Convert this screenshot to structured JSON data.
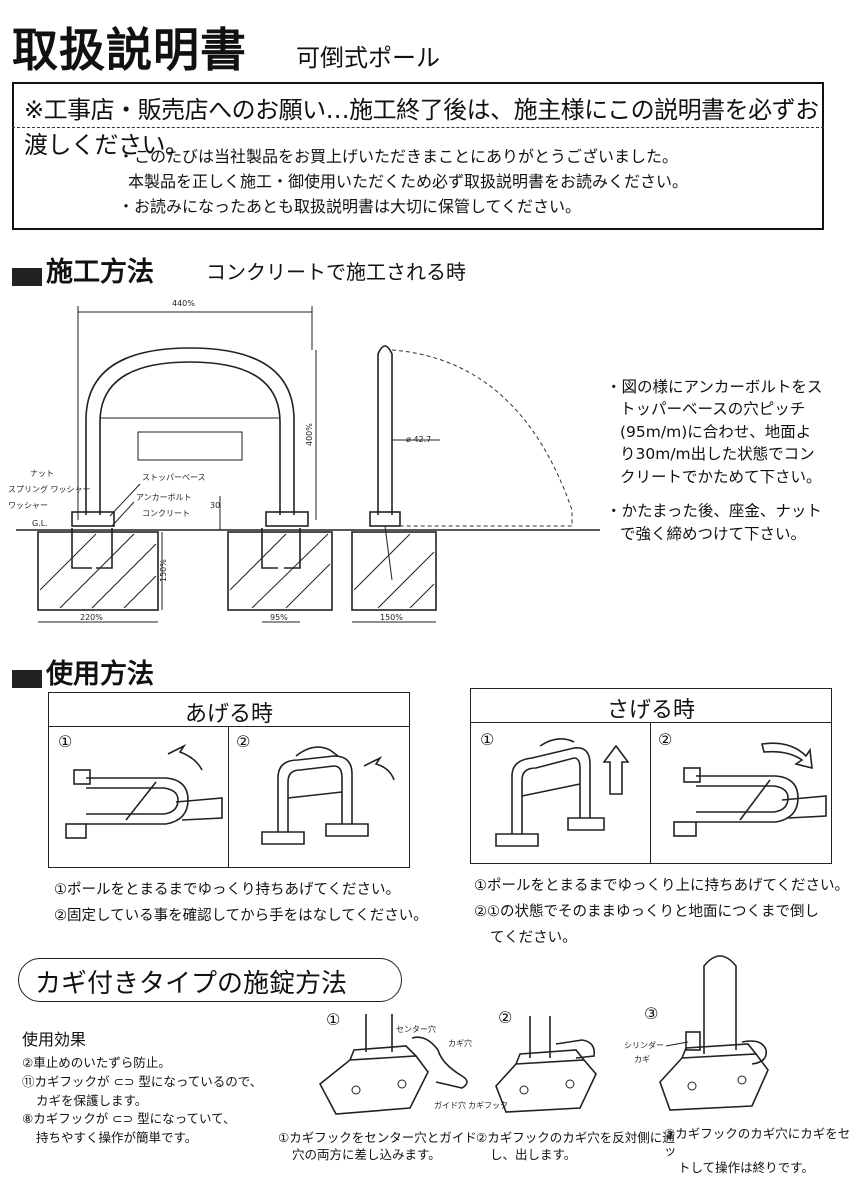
{
  "header": {
    "title": "取扱説明書",
    "subtitle": "可倒式ポール"
  },
  "notice": {
    "headline": "※工事店・販売店へのお願い…施工終了後は、施主様にこの説明書を必ずお渡しください。",
    "lines": [
      "・このたびは当社製品をお買上げいただきまことにありがとうございました。",
      "本製品を正しく施工・御使用いただくため必ず取扱説明書をお読みください。",
      "・お読みになったあとも取扱説明書は大切に保管してください。"
    ]
  },
  "install": {
    "heading": "施工方法",
    "subheading": "コンクリートで施工される時",
    "notes": [
      "・図の様にアンカーボルトをス",
      "トッパーベースの穴ピッチ",
      "(95m/m)に合わせ、地面よ",
      "り30m/m出した状態でコン",
      "クリートでかためて下さい。",
      "・かたまった後、座金、ナット",
      "で強く締めつけて下さい。"
    ],
    "diagram_labels": {
      "width": "440%",
      "height": "400%",
      "diameter": "ø 42.7",
      "nut": "ナット",
      "spring_washer": "スプリング ワッシャー",
      "washer": "ワッシャー",
      "stopper_base": "ストッパーベース",
      "anchor_bolt": "アンカーボルト",
      "concrete": "コンクリート",
      "gl": "G.L.",
      "dim_30": "30",
      "dim_150_depth": "150%",
      "dim_220": "220%",
      "dim_95": "95%",
      "dim_150_width": "150%"
    }
  },
  "usage": {
    "heading": "使用方法",
    "raise": {
      "title": "あげる時",
      "step1": "①",
      "step2": "②",
      "captions": [
        "①ポールをとまるまでゆっくり持ちあげてください。",
        "②固定している事を確認してから手をはなしてください。"
      ]
    },
    "lower": {
      "title": "さげる時",
      "step1": "①",
      "step2": "②",
      "captions": [
        "①ポールをとまるまでゆっくり上に持ちあげてください。",
        "②①の状態でそのままゆっくりと地面につくまで倒し",
        "てください。"
      ]
    }
  },
  "lock": {
    "heading": "カギ付きタイプの施錠方法",
    "effects_title": "使用効果",
    "effects": [
      "②車止めのいたずら防止。",
      "⑪カギフックが ⊂⊃ 型になっているので、",
      "カギを保護します。",
      "⑧カギフックが ⊂⊃ 型になっていて、",
      "持ちやすく操作が簡単です。"
    ],
    "steps": [
      {
        "num": "①",
        "labels": [
          "センター穴",
          "カギ穴",
          "ガイド穴",
          "カギフック"
        ],
        "caption": [
          "①カギフックをセンター穴とガイド",
          "穴の両方に差し込みます。"
        ]
      },
      {
        "num": "②",
        "labels": [],
        "caption": [
          "②カギフックのカギ穴を反対側に通",
          "し、出します。"
        ]
      },
      {
        "num": "③",
        "labels": [
          "シリンダー",
          "カギ"
        ],
        "caption": [
          "③カギフックのカギ穴にカギをセッ",
          "トして操作は終りです。"
        ]
      }
    ]
  }
}
